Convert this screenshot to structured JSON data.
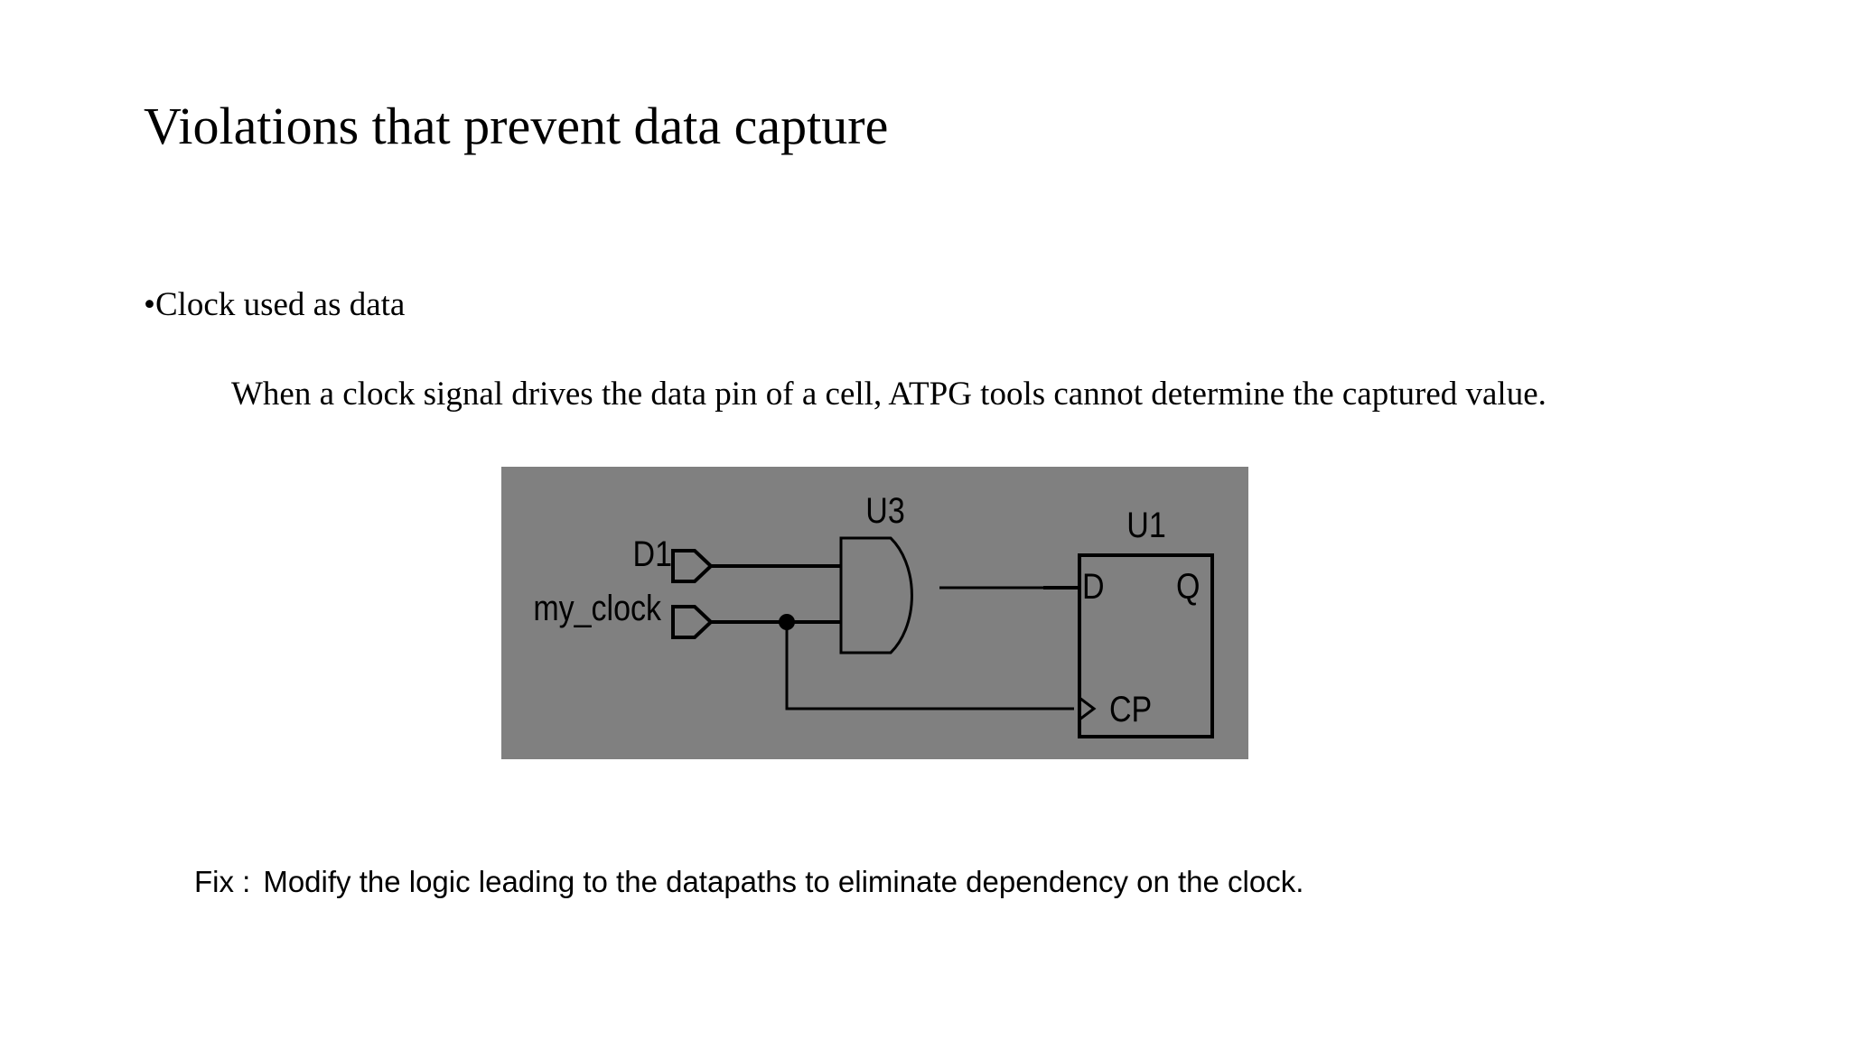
{
  "slide": {
    "title": "Violations that prevent data capture",
    "bullet": "•Clock used as data",
    "description": "When a clock signal drives the data pin of a cell, ATPG tools cannot determine the captured value.",
    "fix_label": "Fix :",
    "fix_text": "Modify the logic leading to the datapaths to eliminate dependency on the clock."
  },
  "diagram": {
    "background_color": "#808080",
    "line_color": "#000000",
    "gate": {
      "name": "U3",
      "type": "and-gate"
    },
    "flipflop": {
      "name": "U1",
      "pins": {
        "d": "D",
        "q": "Q",
        "cp": "CP"
      }
    },
    "inputs": [
      {
        "label": "D1"
      },
      {
        "label": "my_clock"
      }
    ]
  }
}
